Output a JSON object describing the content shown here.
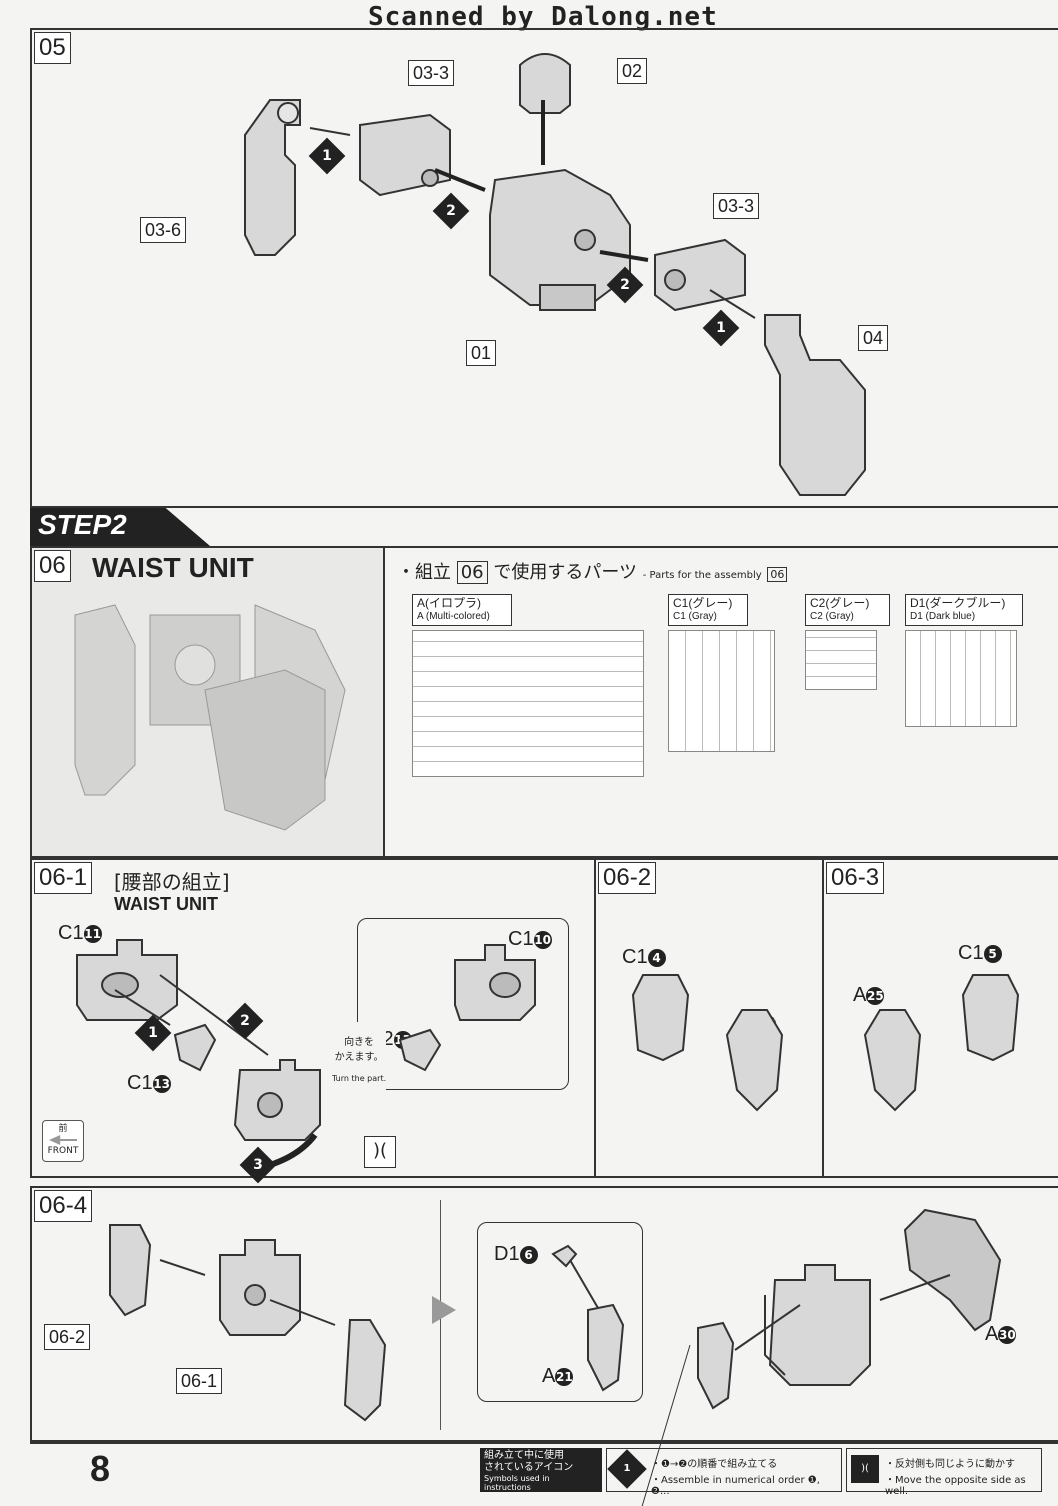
{
  "watermark": "Scanned by Dalong.net",
  "page_number": "8",
  "step05": {
    "number": "05",
    "labels": [
      "03-3",
      "02",
      "03-6",
      "03-3",
      "01",
      "04"
    ],
    "order": [
      "1",
      "2",
      "2",
      "1"
    ]
  },
  "step2": {
    "banner": "STEP2",
    "number": "06",
    "title": "WAIST UNIT",
    "parts_heading_jp": "・組立",
    "parts_heading_num": "06",
    "parts_heading_jp2": "で使用するパーツ",
    "parts_heading_en": "- Parts for the assembly",
    "parts_heading_en_num": "06",
    "runners": [
      {
        "jp": "A(イロプラ)",
        "en": "A (Multi-colored)"
      },
      {
        "jp": "C1(グレー)",
        "en": "C1 (Gray)"
      },
      {
        "jp": "C2(グレー)",
        "en": "C2 (Gray)"
      },
      {
        "jp": "D1(ダークブルー)",
        "en": "D1 (Dark blue)"
      }
    ]
  },
  "step06_1": {
    "number": "06-1",
    "title_jp": "[腰部の組立]",
    "title_en": "WAIST UNIT",
    "part_a": {
      "code": "C1",
      "num": "11"
    },
    "part_b": {
      "code": "C1",
      "num": "13"
    },
    "part_c": {
      "code": "C1",
      "num": "10"
    },
    "part_d": {
      "code": "C2",
      "num": "13"
    },
    "turn_jp": "向きを\nかえます。",
    "turn_en": "Turn the part.",
    "front_jp": "前",
    "front_en": "FRONT",
    "order": [
      "1",
      "2",
      "3"
    ]
  },
  "step06_2": {
    "number": "06-2",
    "part_a": {
      "code": "C1",
      "num": "4"
    },
    "part_b": {
      "code": "A",
      "num": "26"
    }
  },
  "step06_3": {
    "number": "06-3",
    "part_a": {
      "code": "C1",
      "num": "5"
    },
    "part_b": {
      "code": "A",
      "num": "25"
    }
  },
  "step06_4": {
    "number": "06-4",
    "labels": [
      "06-2",
      "06-1"
    ],
    "part_a": {
      "code": "D1",
      "num": "6"
    },
    "part_b": {
      "code": "A",
      "num": "21"
    },
    "part_c": {
      "code": "A",
      "num": "30"
    }
  },
  "footer": {
    "legend_title_jp": "組み立て中に使用\nされているアイコン",
    "legend_title_en": "Symbols used in instructions",
    "icon1_jp": "・❶→❷の順番で組み立てる",
    "icon1_en": "・Assemble in numerical order ❶, ❷...",
    "icon2_jp": "・反対側も同じように動かす",
    "icon2_en": "・Move the opposite side as well."
  }
}
